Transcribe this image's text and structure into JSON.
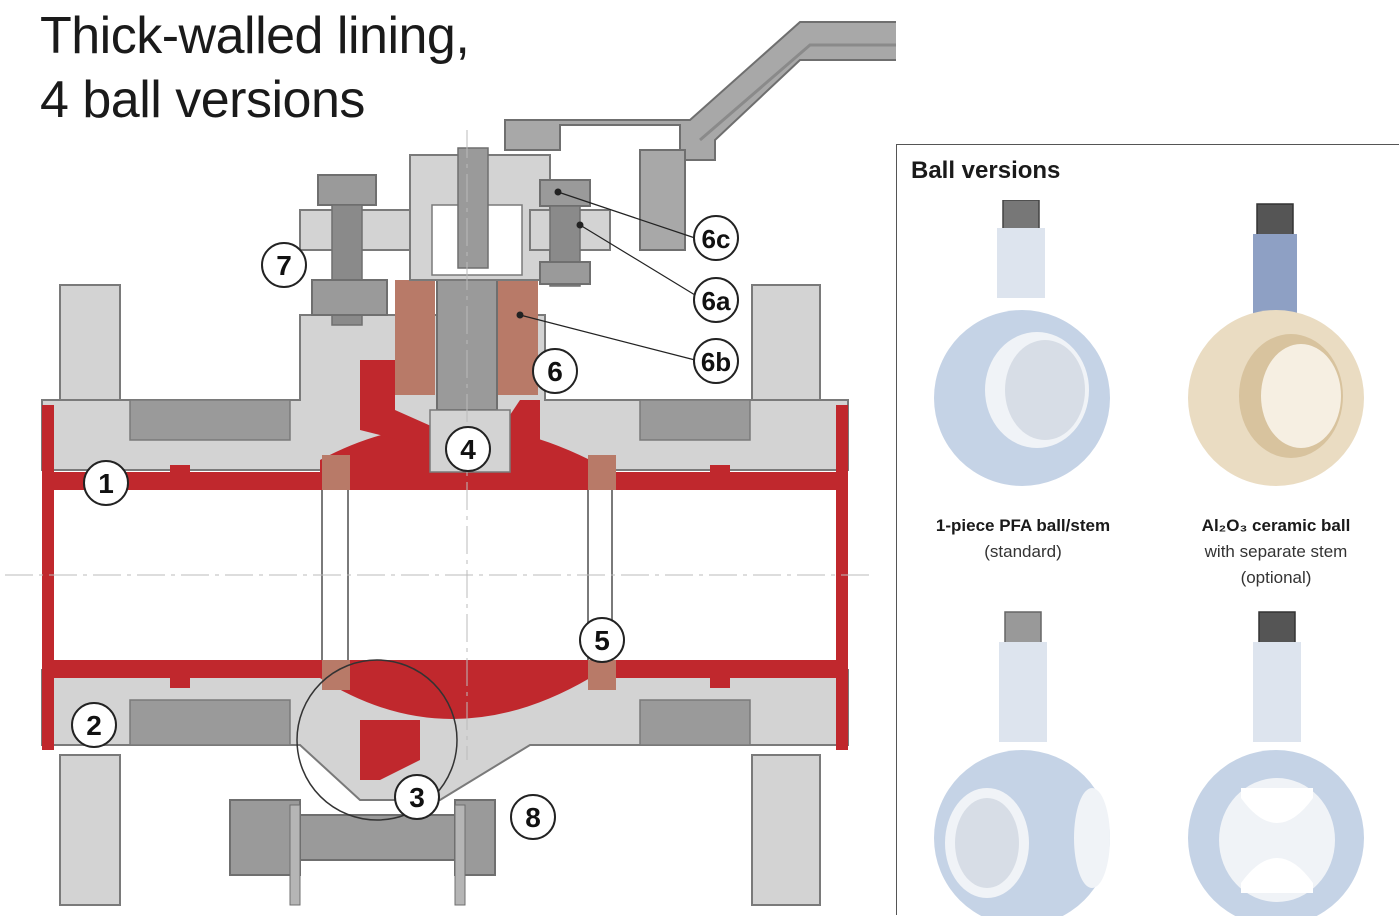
{
  "title": {
    "line1": "Thick-walled lining,",
    "line2": "4 ball versions"
  },
  "callouts": [
    "1",
    "2",
    "3",
    "4",
    "5",
    "6",
    "6a",
    "6b",
    "6c",
    "7",
    "8"
  ],
  "panel": {
    "title": "Ball versions",
    "items": [
      {
        "name": "1-piece PFA ball/stem",
        "line2": "(standard)",
        "line3": ""
      },
      {
        "name": "Al₂O₃ ceramic ball",
        "line2": "with separate stem",
        "line3": "(optional)"
      },
      {
        "name": "",
        "line2": "",
        "line3": ""
      },
      {
        "name": "",
        "line2": "",
        "line3": ""
      }
    ]
  },
  "colors": {
    "lining_red": "#c0282d",
    "body_grey": "#d3d3d3",
    "dark_grey": "#8a8a8a",
    "handle_grey": "#a8a8a8",
    "packing_brown": "#b87a68",
    "ball_blue": "#c5d3e6",
    "ceramic": "#eadcc2"
  }
}
